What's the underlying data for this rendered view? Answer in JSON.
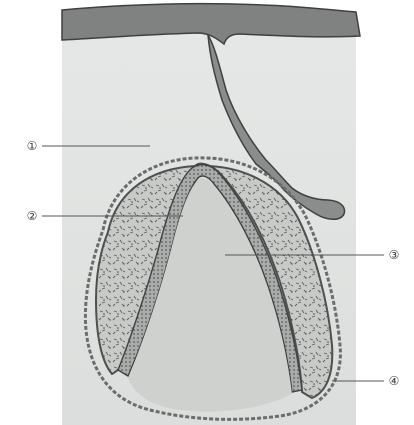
{
  "labels": [
    {
      "id": "label-1",
      "text": "①"
    },
    {
      "id": "label-2",
      "text": "②"
    },
    {
      "id": "label-3",
      "text": "③"
    },
    {
      "id": "label-4",
      "text": "④"
    }
  ],
  "colors": {
    "background_panel": "#e2e4e3",
    "tissue_fill": "#c8cac8",
    "tissue_outline": "#4e504f",
    "texture_marks": "#5d605e",
    "inner_cavity": "#cfd1cf",
    "leader_line": "#555555"
  }
}
